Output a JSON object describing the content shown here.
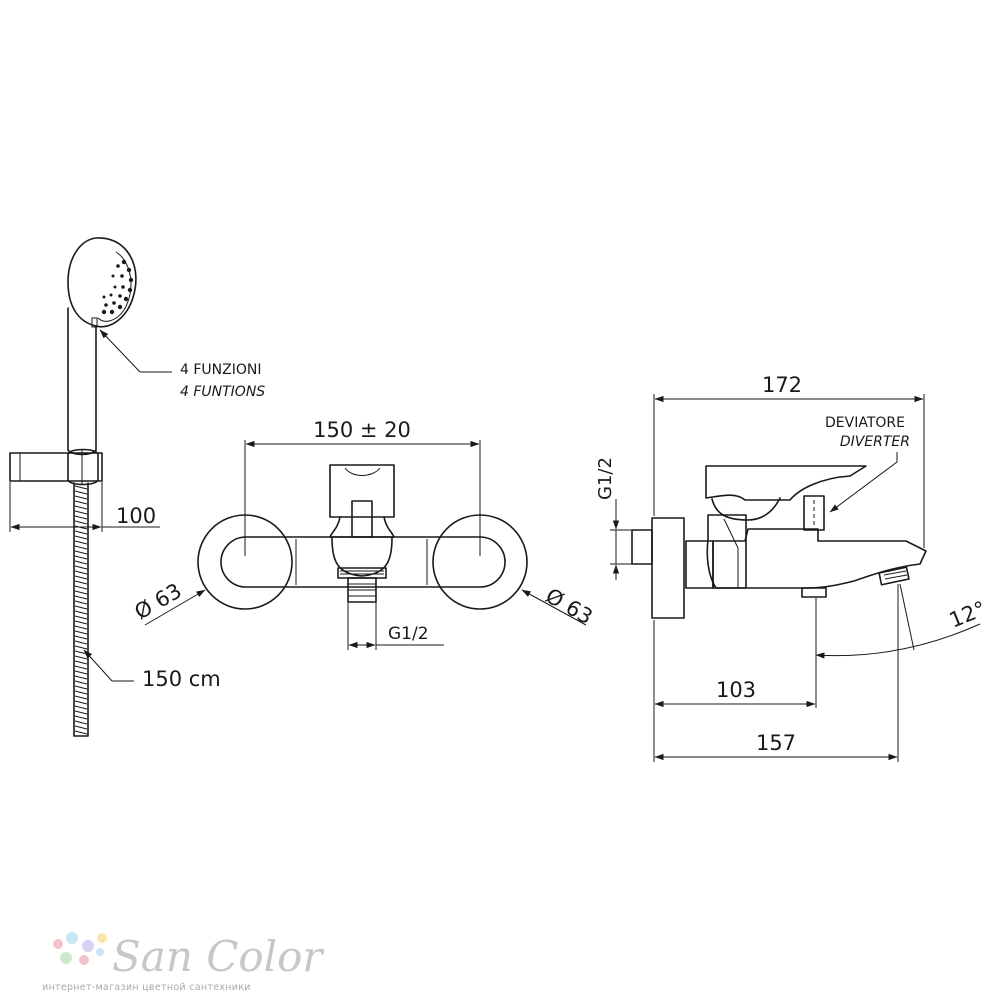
{
  "left_view": {
    "functions_it": "4 FUNZIONI",
    "functions_en": "4 FUNTIONS",
    "holder_width": "100",
    "hose_length": "150 cm"
  },
  "front_view": {
    "center_distance": "150 ± 20",
    "rosette_left": "Ø 63",
    "rosette_right": "Ø 63",
    "outlet_thread": "G1/2"
  },
  "side_view": {
    "total_depth": "172",
    "diverter_it": "DEVIATORE",
    "diverter_en": "DIVERTER",
    "inlet_thread": "G1/2",
    "spout_angle": "12°",
    "diverter_depth": "103",
    "spout_depth": "157"
  },
  "watermark": {
    "brand": "San Color",
    "tagline": "интернет-магазин цветной сантехники",
    "dot_colors": [
      "#f6c2c9",
      "#c9e6f7",
      "#d9d3f3",
      "#f9e6ab",
      "#cfe9cf"
    ]
  }
}
